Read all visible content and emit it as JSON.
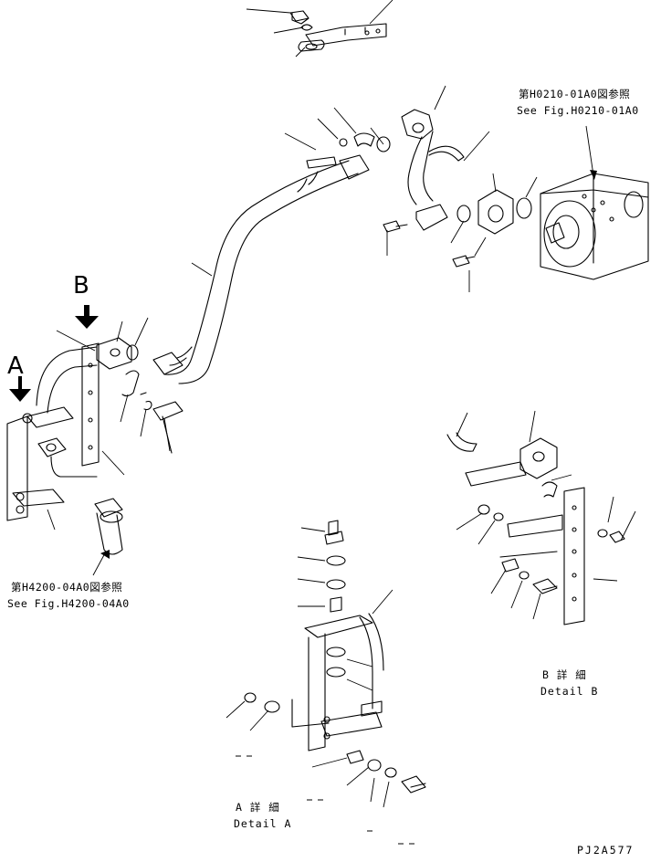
{
  "view_labels": {
    "a": "A",
    "b": "B"
  },
  "references": {
    "pump_ja": "第H0210-01A0図参照",
    "pump_en": "See Fig.H0210-01A0",
    "hose_ja": "第H4200-04A0図参照",
    "hose_en": "See Fig.H4200-04A0"
  },
  "details": {
    "b_ja": "B 詳 細",
    "b_en": "Detail B",
    "a_ja": "A 詳 細",
    "a_en": "Detail A"
  },
  "drawing_code": "PJ2A577"
}
